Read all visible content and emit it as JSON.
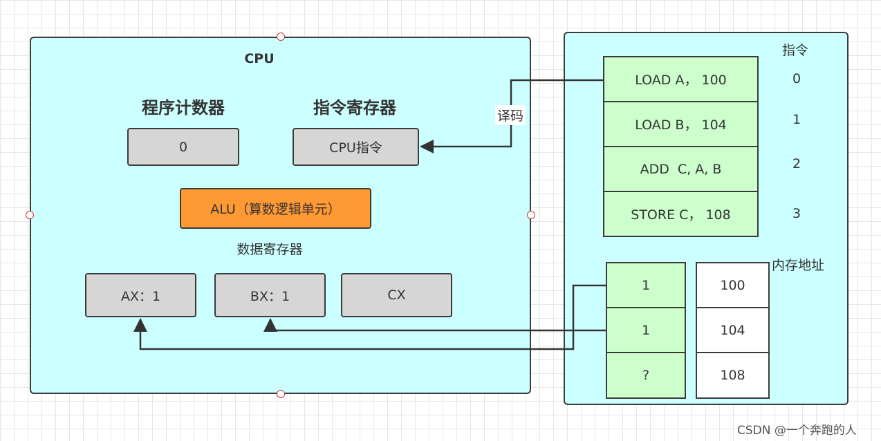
{
  "cpu": {
    "title": "CPU",
    "program_counter_label": "程序计数器",
    "program_counter_value": "0",
    "instruction_register_label": "指令寄存器",
    "instruction_register_value": "CPU指令",
    "alu_label": "ALU（算数逻辑单元）",
    "data_registers_label": "数据寄存器",
    "registers": [
      "AX：1",
      "BX：1",
      "CX"
    ]
  },
  "decode_label": "译码",
  "memory": {
    "instructions_header": "指令",
    "instructions": [
      "LOAD A， 100",
      "LOAD B， 104",
      "ADD  C, A, B",
      "STORE C， 108"
    ],
    "instruction_addresses": [
      "0",
      "1",
      "2",
      "3"
    ],
    "address_header": "内存地址",
    "data_values": [
      "1",
      "1",
      "?"
    ],
    "data_addresses": [
      "100",
      "104",
      "108"
    ]
  },
  "watermark": "CSDN @一个奔跑的人",
  "colors": {
    "panel": "#ccffff",
    "register": "#d6d6d6",
    "alu": "#ff9933",
    "memory_cell": "#ccffcc",
    "address_cell": "#ffffff",
    "handle": "#cc3333"
  }
}
